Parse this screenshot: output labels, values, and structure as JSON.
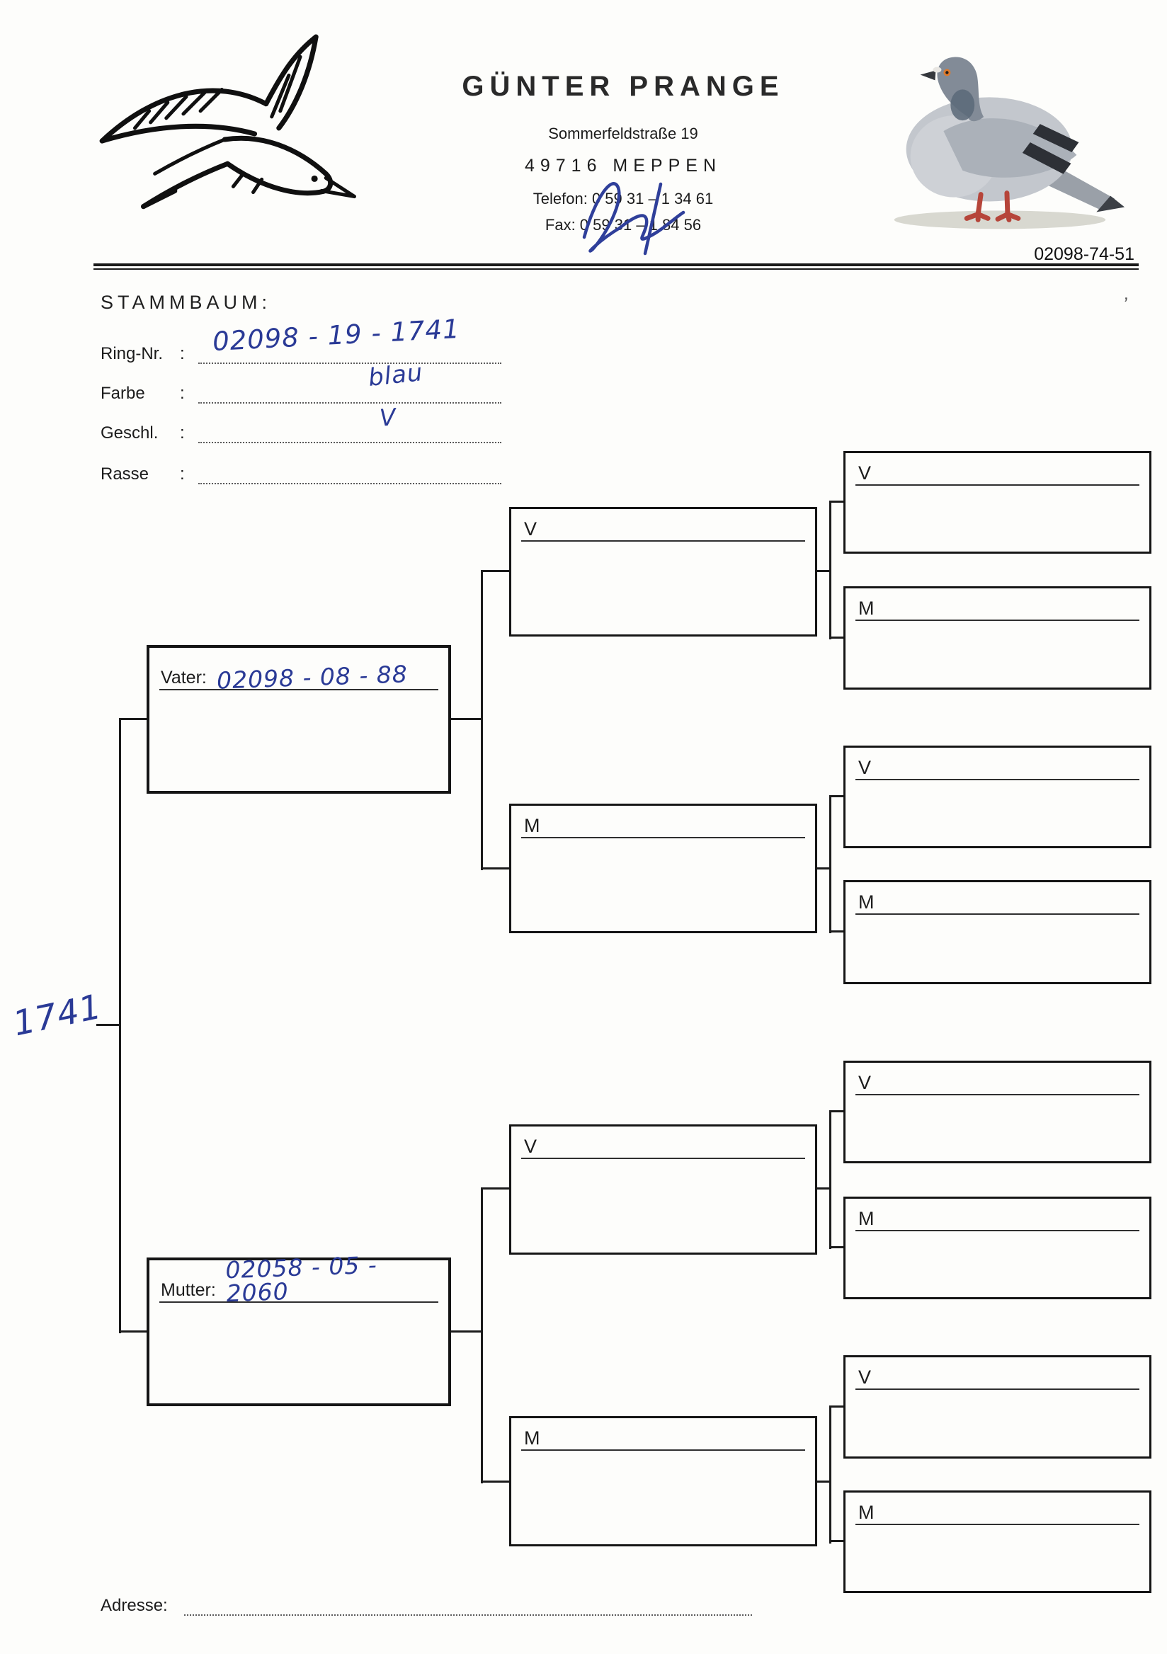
{
  "header": {
    "title": "GÜNTER PRANGE",
    "address_street": "Sommerfeldstraße 19",
    "address_city": "49716 MEPPEN",
    "phone": "Telefon: 0 59 31 – 1 34 61",
    "fax": "Fax: 0 59 31 – 1 84 56",
    "pigeon_caption": "02098-74-51",
    "stray_mark": "’"
  },
  "form": {
    "section_title": "STAMMBAUM:",
    "fields": [
      {
        "label": "Ring-Nr.",
        "colon": ":",
        "value": "02098 - 19 - 1741"
      },
      {
        "label": "Farbe",
        "colon": ":",
        "value": "blau"
      },
      {
        "label": "Geschl.",
        "colon": ":",
        "value": "V"
      },
      {
        "label": "Rasse",
        "colon": ":",
        "value": ""
      }
    ],
    "address_label": "Adresse:"
  },
  "tree": {
    "root_ring": "1741",
    "father": {
      "label": "Vater:",
      "ring": "02098 - 08 - 88"
    },
    "mother": {
      "label": "Mutter:",
      "ring": "02058 - 05 - 2060"
    },
    "gen3": [
      {
        "label": "V"
      },
      {
        "label": "M"
      },
      {
        "label": "V"
      },
      {
        "label": "M"
      }
    ],
    "gen4": [
      {
        "label": "V"
      },
      {
        "label": "M"
      },
      {
        "label": "V"
      },
      {
        "label": "M"
      },
      {
        "label": "V"
      },
      {
        "label": "M"
      },
      {
        "label": "V"
      },
      {
        "label": "M"
      }
    ]
  },
  "colors": {
    "ink": "#1a1a1a",
    "handwriting_blue": "#2a3a96"
  }
}
